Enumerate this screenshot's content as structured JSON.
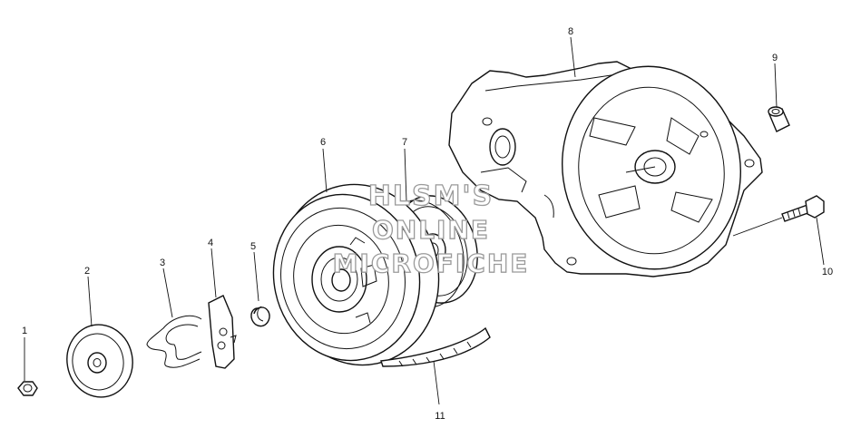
{
  "callouts": {
    "c1": "1",
    "c2": "2",
    "c3": "3",
    "c4": "4",
    "c5": "5",
    "c6": "6",
    "c7": "7",
    "c8": "8",
    "c9": "9",
    "c10": "10",
    "c11": "11"
  },
  "watermark": {
    "line1": "HLSM'S",
    "line2": "ONLINE",
    "line3": "MICROFICHE"
  },
  "colors": {
    "line": "#111111",
    "watermark_outline": "#9a9a9a",
    "background": "#ffffff"
  }
}
